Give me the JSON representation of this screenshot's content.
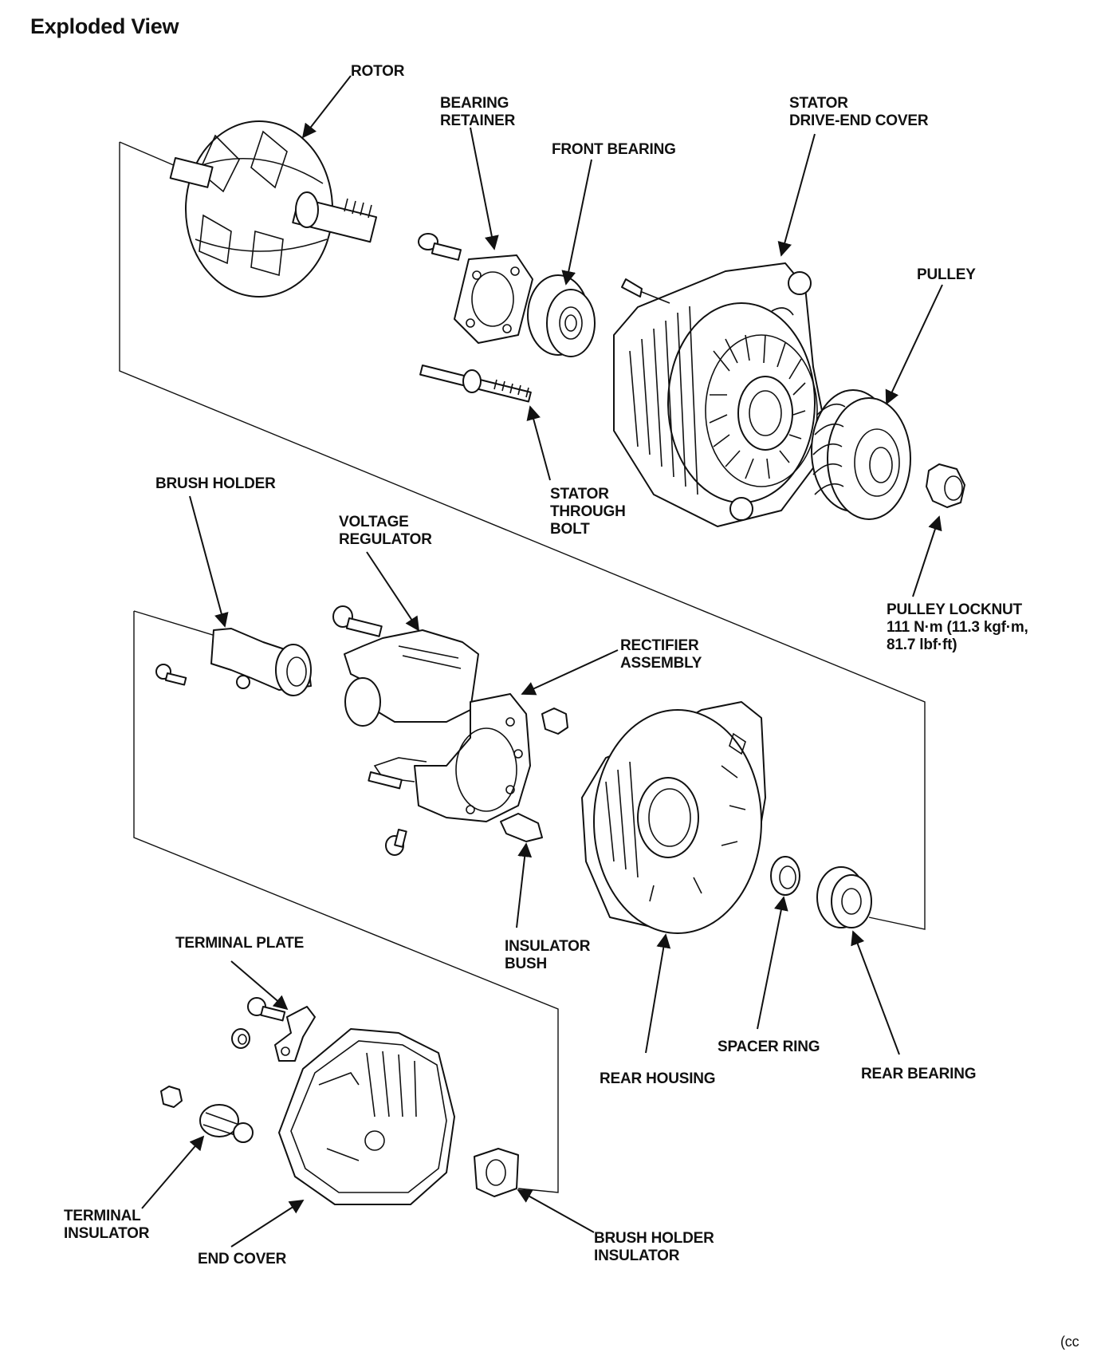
{
  "title": "Exploded View",
  "labels": {
    "rotor": "ROTOR",
    "bearing_retainer": [
      "BEARING",
      "RETAINER"
    ],
    "front_bearing": "FRONT BEARING",
    "stator_drive_end_cover": [
      "STATOR",
      "DRIVE-END COVER"
    ],
    "pulley": "PULLEY",
    "stator_through_bolt": [
      "STATOR",
      "THROUGH",
      "BOLT"
    ],
    "pulley_locknut": [
      "PULLEY LOCKNUT",
      "111 N·m (11.3 kgf·m,",
      "81.7 lbf·ft)"
    ],
    "brush_holder": "BRUSH HOLDER",
    "voltage_regulator": [
      "VOLTAGE",
      "REGULATOR"
    ],
    "rectifier_assembly": [
      "RECTIFIER",
      "ASSEMBLY"
    ],
    "insulator_bush": [
      "INSULATOR",
      "BUSH"
    ],
    "terminal_plate": "TERMINAL PLATE",
    "spacer_ring": "SPACER RING",
    "rear_housing": "REAR HOUSING",
    "rear_bearing": "REAR BEARING",
    "terminal_insulator": [
      "TERMINAL",
      "INSULATOR"
    ],
    "end_cover": "END COVER",
    "brush_holder_insulator": [
      "BRUSH HOLDER",
      "INSULATOR"
    ]
  },
  "page_footer": "(cc"
}
